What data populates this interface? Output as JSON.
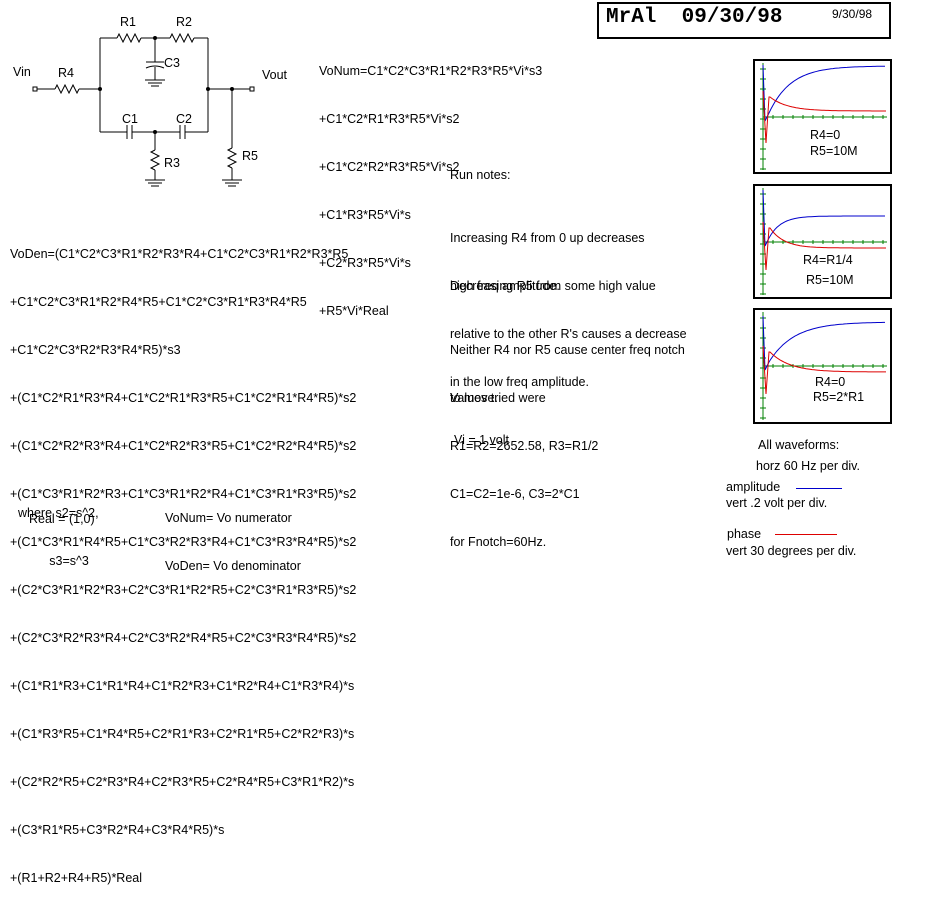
{
  "header": {
    "title": "MrAl  09/30/98",
    "date_small": "9/30/98"
  },
  "circuit": {
    "labels": {
      "vin": "Vin",
      "vout": "Vout",
      "r1": "R1",
      "r2": "R2",
      "r3": "R3",
      "r4": "R4",
      "r5": "R5",
      "c1": "C1",
      "c2": "C2",
      "c3": "C3"
    }
  },
  "vonum_lines": [
    "VoNum=C1*C2*C3*R1*R2*R3*R5*Vi*s3",
    "+C1*C2*R1*R3*R5*Vi*s2",
    "+C1*C2*R2*R3*R5*Vi*s2",
    "+C1*R3*R5*Vi*s",
    "+C2*R3*R5*Vi*s",
    "+R5*Vi*Real"
  ],
  "voden_lines": [
    "VoDen=(C1*C2*C3*R1*R2*R3*R4+C1*C2*C3*R1*R2*R3*R5",
    "+C1*C2*C3*R1*R2*R4*R5+C1*C2*C3*R1*R3*R4*R5",
    "+C1*C2*C3*R2*R3*R4*R5)*s3",
    "+(C1*C2*R1*R3*R4+C1*C2*R1*R3*R5+C1*C2*R1*R4*R5)*s2",
    "+(C1*C2*R2*R3*R4+C1*C2*R2*R3*R5+C1*C2*R2*R4*R5)*s2",
    "+(C1*C3*R1*R2*R3+C1*C3*R1*R2*R4+C1*C3*R1*R3*R5)*s2",
    "+(C1*C3*R1*R4*R5+C1*C3*R2*R3*R4+C1*C3*R3*R4*R5)*s2",
    "+(C2*C3*R1*R2*R3+C2*C3*R1*R2*R5+C2*C3*R1*R3*R5)*s2",
    "+(C2*C3*R2*R3*R4+C2*C3*R2*R4*R5+C2*C3*R3*R4*R5)*s2",
    "+(C1*R1*R3+C1*R1*R4+C1*R2*R3+C1*R2*R4+C1*R3*R4)*s",
    "+(C1*R3*R5+C1*R4*R5+C2*R1*R3+C2*R1*R5+C2*R2*R3)*s",
    "+(C2*R2*R5+C2*R3*R4+C2*R3*R5+C2*R4*R5+C3*R1*R2)*s",
    "+(C3*R1*R5+C3*R2*R4+C3*R4*R5)*s",
    "+(R1+R2+R4+R5)*Real"
  ],
  "where_lines": [
    "where s2=s^2,",
    "         s3=s^3"
  ],
  "real_text": "Real = (1,0)",
  "definitions": [
    "VoNum= Vo numerator",
    "VoDen= Vo denominator"
  ],
  "run_notes": {
    "heading": "Run notes:",
    "note1": [
      "Increasing R4 from 0 up decreases",
      "high freq amplitude."
    ],
    "note2": [
      "Decreasing R5 from some high value",
      "relative to the other R's causes a decrease",
      "in the low freq amplitude."
    ],
    "note3": [
      "Neither R4 nor R5 cause center freq notch",
      "to move."
    ],
    "values": [
      "Values tried were",
      "R1=R2=2652.58, R3=R1/2",
      "C1=C2=1e-6, C3=2*C1",
      "for Fnotch=60Hz."
    ],
    "vi": "Vi = 1 volt"
  },
  "plots": [
    {
      "label_lines": [
        "R4=0",
        "R5=10M"
      ]
    },
    {
      "label_lines": [
        "R4=R1/4",
        "R5=10M"
      ]
    },
    {
      "label_lines": [
        "R4=0",
        "R5=2*R1"
      ]
    }
  ],
  "legend": {
    "all_waveforms": "All waveforms:",
    "horz": "horz 60 Hz per div.",
    "amplitude_label": "amplitude",
    "amplitude_vert": "vert .2 volt per div.",
    "phase_label": "phase",
    "phase_vert": "vert 30 degrees per div.",
    "amplitude_color": "#0000cc",
    "phase_color": "#dd0000",
    "axis_color": "#008000"
  }
}
